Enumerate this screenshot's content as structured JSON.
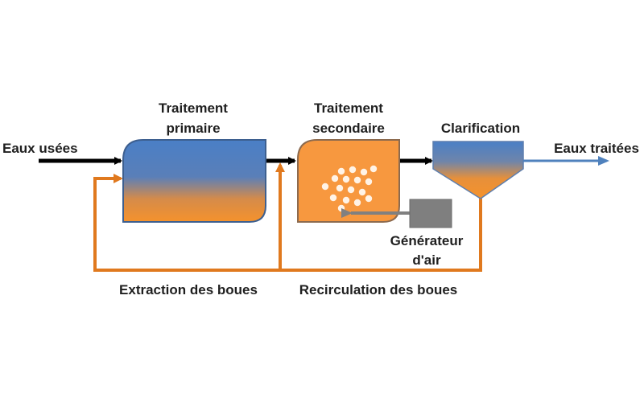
{
  "labels": {
    "input": "Eaux usées",
    "primary_line1": "Traitement",
    "primary_line2": "primaire",
    "secondary_line1": "Traitement",
    "secondary_line2": "secondaire",
    "clarification": "Clarification",
    "output": "Eaux traitées",
    "air_line1": "Générateur",
    "air_line2": "d'air",
    "sludge_extraction": "Extraction des boues",
    "sludge_recirculation": "Recirculation des boues"
  },
  "colors": {
    "water_blue": "#4a7fc6",
    "sludge_orange": "#f5922c",
    "process_orange": "#f7983f",
    "pipe_orange": "#e0791e",
    "black_pipe": "#000000",
    "air_gray": "#808080",
    "output_arrow": "#4f81bd"
  }
}
